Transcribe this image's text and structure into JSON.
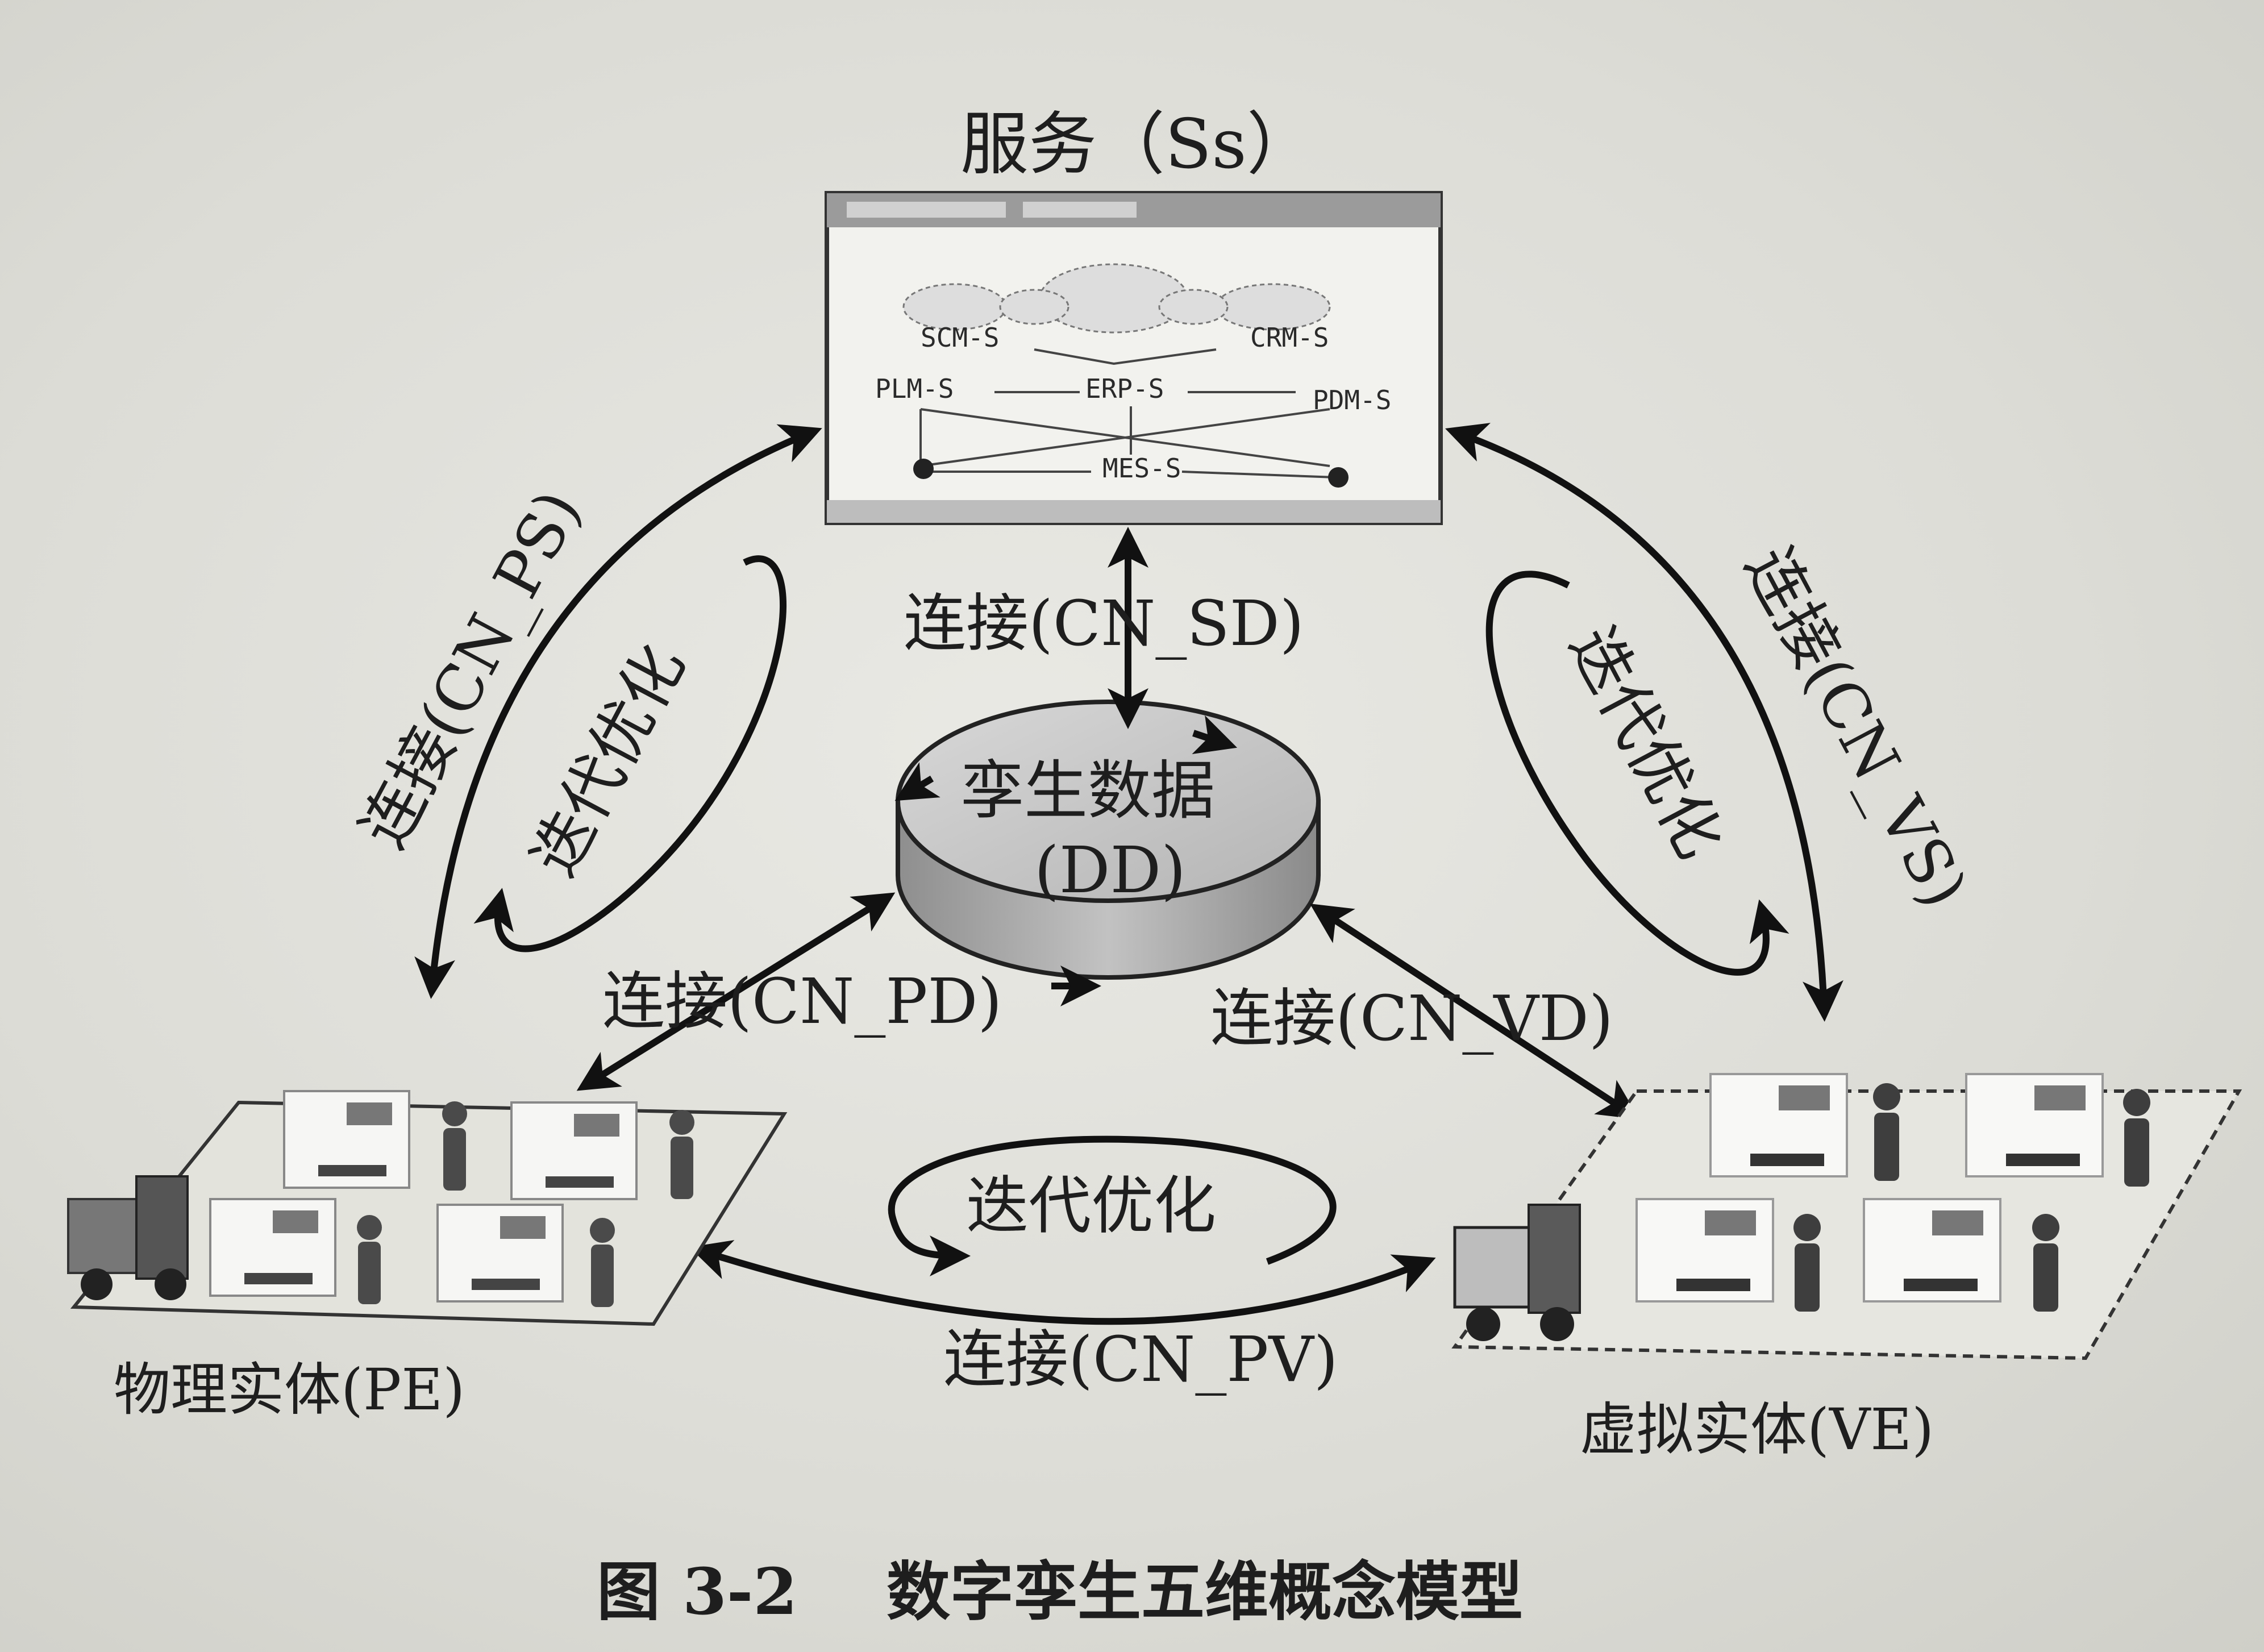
{
  "service": {
    "title": "服务（Ss）",
    "nodes": [
      "SCM-S",
      "CRM-S",
      "PLM-S",
      "ERP-S",
      "PDM-S",
      "MES-S"
    ]
  },
  "twin_data": {
    "line1": "孪生数据",
    "line2": "(DD)"
  },
  "connections": {
    "cn_sd": "连接(CN_SD)",
    "cn_ps": "连接(CN_PS)",
    "cn_vs": "连接(CN_VS)",
    "cn_pd": "连接(CN_PD)",
    "cn_vd": "连接(CN_VD)",
    "cn_pv": "连接(CN_PV)"
  },
  "iteration": {
    "left": "迭代优化",
    "right": "迭代优化",
    "bottom": "迭代优化"
  },
  "physical_entity": {
    "label": "物理实体(PE)"
  },
  "virtual_entity": {
    "label": "虚拟实体(VE)"
  },
  "caption": {
    "number": "图 3-2",
    "text": "数字孪生五维概念模型"
  }
}
